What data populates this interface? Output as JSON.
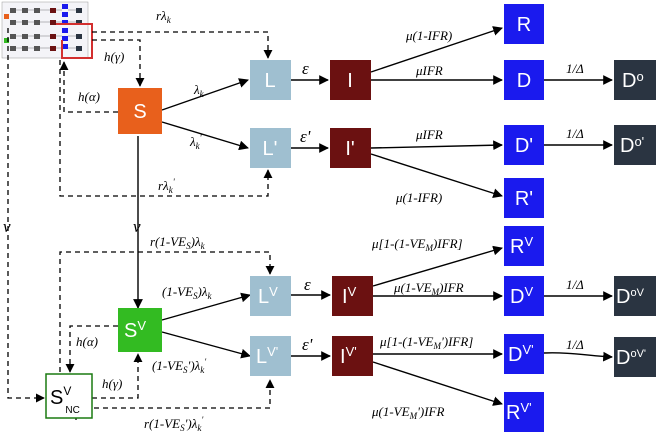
{
  "colors": {
    "susceptible": "#e8601c",
    "vaccinated": "#33bb22",
    "latent": "#9fbfd0",
    "infectious": "#6b1111",
    "removed": "#1a1aee",
    "dead": "#2a3441"
  },
  "nodes": {
    "S": "S",
    "L": "L",
    "L_prime": "L'",
    "I": "I",
    "I_prime": "I'",
    "R": "R",
    "D": "D",
    "D_prime": "D'",
    "R_prime": "R'",
    "Do": "D",
    "Do_sup": "o",
    "Do_prime": "D",
    "Do_prime_sup": "o'",
    "SV": "S",
    "SV_sup": "V",
    "LV": "L",
    "LV_sup": "V",
    "LV_prime": "L",
    "LV_prime_sup": "V'",
    "IV": "I",
    "IV_sup": "V",
    "IV_prime": "I",
    "IV_prime_sup": "V'",
    "RV": "R",
    "RV_sup": "V",
    "DV": "D",
    "DV_sup": "V",
    "DV_prime": "D",
    "DV_prime_sup": "V'",
    "RV_prime": "R",
    "RV_prime_sup": "V'",
    "DoV": "D",
    "DoV_sup": "oV",
    "DoV_prime": "D",
    "DoV_prime_sup": "oV'",
    "SVNC": "S",
    "SVNC_sup": "V",
    "SVNC_sub": "NC"
  },
  "labels": {
    "r_lambda_k": "rλ",
    "r_lambda_k_sub": "k",
    "h_gamma": "h(γ)",
    "h_alpha": "h(α)",
    "lambda_k": "λ",
    "lambda_k_sub": "k",
    "lambda_k_prime": "λ",
    "lambda_k_prime_sub": "k",
    "lambda_k_prime_sup": "'",
    "r_lambda_k_prime": "rλ",
    "r_lambda_k_prime_sub": "k",
    "r_lambda_k_prime_sup": "'",
    "epsilon": "ε",
    "epsilon_prime": "ε'",
    "mu_1_ifr": "μ(1-IFR)",
    "mu_ifr": "μIFR",
    "mu_ifr_2": "μIFR",
    "mu_1_ifr_2": "μ(1-IFR)",
    "one_over_delta": "1/Δ",
    "one_over_delta_2": "1/Δ",
    "one_over_delta_3": "1/Δ",
    "one_over_delta_4": "1/Δ",
    "nu": "ν",
    "nu_2": "ν",
    "r_1_ves_lambda": "r(1-VE",
    "r_1_ves_lambda_sub": "S",
    "r_1_ves_lambda_end": ")λ",
    "r_1_ves_lambda_end_sub": "k",
    "one_ves_lambda": "(1-VE",
    "one_ves_lambda_sub": "S",
    "one_ves_lambda_end": ")λ",
    "one_ves_lambda_end_sub": "k",
    "one_ves_prime_lambda": "(1-VE",
    "one_ves_prime_lambda_sub": "S",
    "one_ves_prime_lambda_end": "')λ",
    "one_ves_prime_lambda_end_sub": "k",
    "one_ves_prime_lambda_end_sup": "'",
    "r_1_ves_prime_lambda": "r(1-VE",
    "r_1_ves_prime_lambda_sub": "S",
    "r_1_ves_prime_lambda_end": "')λ",
    "r_1_ves_prime_lambda_end_sub": "k",
    "r_1_ves_prime_lambda_end_sup": "'",
    "mu_1_1_vem_ifr": "μ[1-(1-VE",
    "mu_1_1_vem_ifr_sub": "M",
    "mu_1_1_vem_ifr_end": ")IFR]",
    "mu_1_vem_ifr": "μ(1-VE",
    "mu_1_vem_ifr_sub": "M",
    "mu_1_vem_ifr_end": ")IFR",
    "mu_1_1_vem_prime_ifr": "μ[1-(1-VE",
    "mu_1_1_vem_prime_ifr_sub": "M",
    "mu_1_1_vem_prime_ifr_end": "')IFR]",
    "mu_1_vem_prime_ifr": "μ(1-VE",
    "mu_1_vem_prime_ifr_sub": "M",
    "mu_1_vem_prime_ifr_end": "')IFR",
    "h_alpha_2": "h(α)",
    "h_gamma_2": "h(γ)",
    "epsilon_2": "ε",
    "epsilon_prime_2": "ε'"
  }
}
